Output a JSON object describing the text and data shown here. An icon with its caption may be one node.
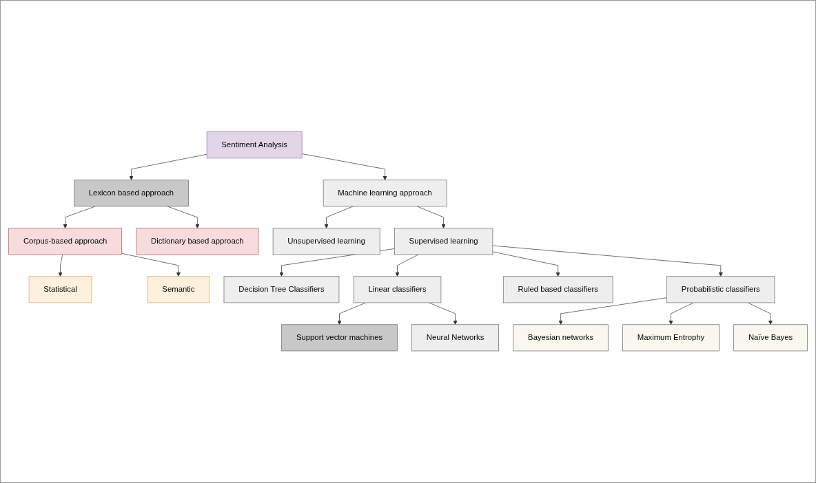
{
  "diagram": {
    "nodes": [
      {
        "text": [
          "Sentiment Analysis"
        ]
      },
      {
        "text": [
          "Lexicon based approach"
        ]
      },
      {
        "text": [
          "Machine learning approach"
        ]
      },
      {
        "text": [
          "Corpus-based approach"
        ]
      },
      {
        "text": [
          "Dictionary based approach"
        ]
      },
      {
        "text": [
          "Statistical"
        ]
      },
      {
        "text": [
          "Semantic"
        ]
      },
      {
        "text": [
          "Unsupervised learning"
        ]
      },
      {
        "text": [
          "Supervised learning"
        ]
      },
      {
        "text": [
          "Decision Tree Classifiers"
        ]
      },
      {
        "text": [
          "Support vector machines"
        ]
      },
      {
        "text": [
          "Linear classifiers"
        ]
      },
      {
        "text": [
          "Neural Networks"
        ]
      },
      {
        "text": [
          "Ruled based classifiers"
        ]
      },
      {
        "text": [
          "Probabilistic classifiers"
        ]
      },
      {
        "text": [
          "Bayesian networks"
        ]
      },
      {
        "text": [
          "Maximum Entrophy"
        ]
      },
      {
        "text": [
          "Naïve Bayes"
        ]
      }
    ],
    "edges": [
      {
        "from": 0,
        "to": 1,
        "arrow": "to"
      },
      {
        "from": 0,
        "to": 2,
        "arrow": "to"
      },
      {
        "from": 1,
        "to": 3,
        "arrow": "to"
      },
      {
        "from": 1,
        "to": 4,
        "arrow": "to"
      },
      {
        "from": 3,
        "to": 5,
        "arrow": "to"
      },
      {
        "from": 3,
        "to": 6,
        "arrow": "to"
      },
      {
        "from": 2,
        "to": 7,
        "arrow": "to"
      },
      {
        "from": 2,
        "to": 8,
        "arrow": "to"
      },
      {
        "from": 8,
        "to": 9,
        "arrow": "to"
      },
      {
        "from": 8,
        "to": 11,
        "arrow": "to"
      },
      {
        "from": 8,
        "to": 13,
        "arrow": "to"
      },
      {
        "from": 8,
        "to": 14,
        "arrow": "to"
      },
      {
        "from": 11,
        "to": 10,
        "arrow": "to"
      },
      {
        "from": 11,
        "to": 12,
        "arrow": "to"
      },
      {
        "from": 14,
        "to": 15,
        "arrow": "to"
      },
      {
        "from": 14,
        "to": 16,
        "arrow": "to"
      },
      {
        "from": 14,
        "to": 17,
        "arrow": "to"
      }
    ]
  }
}
